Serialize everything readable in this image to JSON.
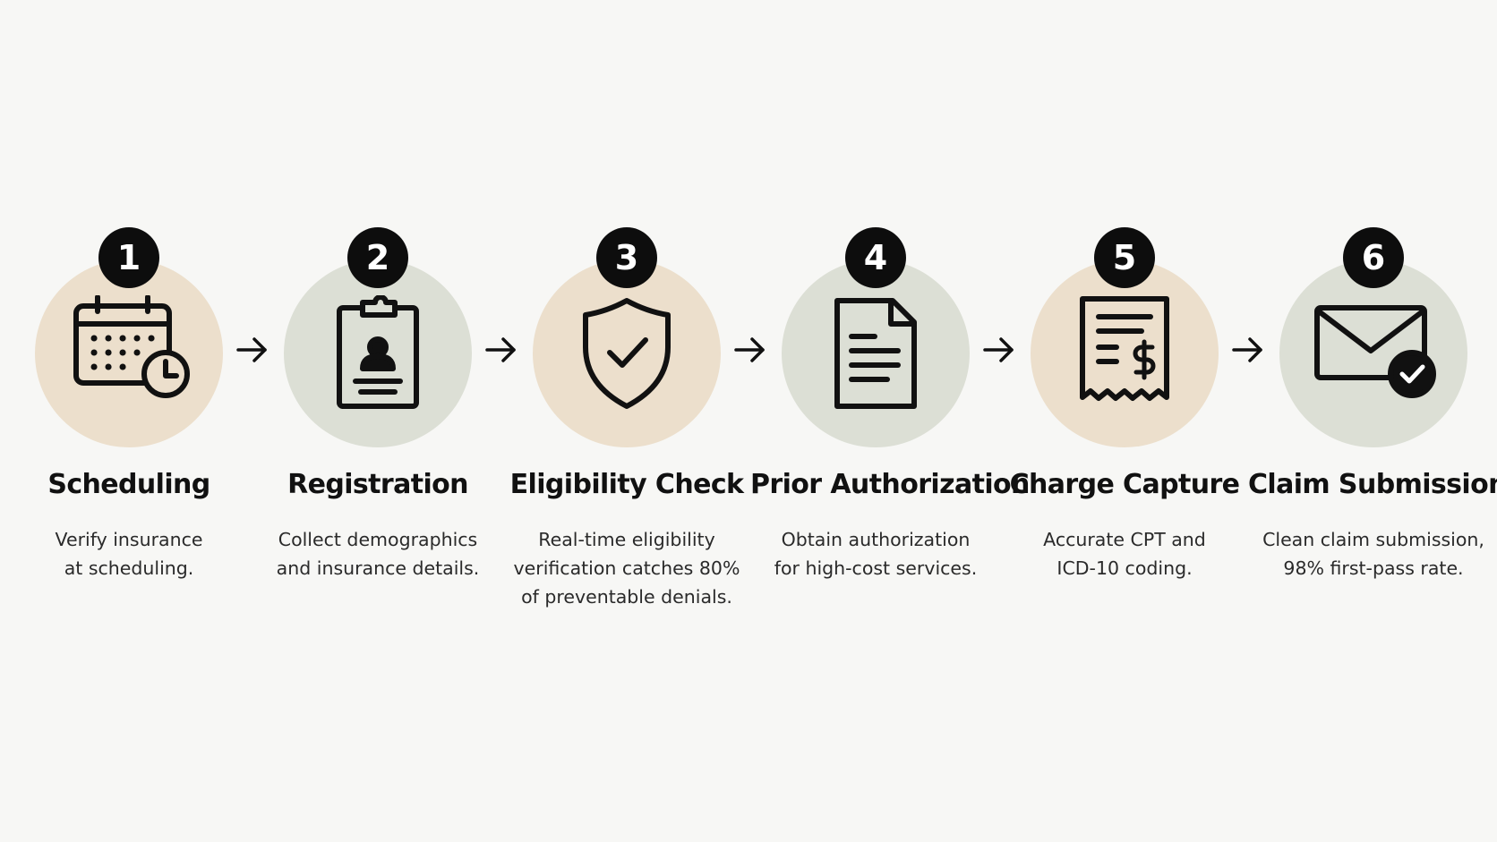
{
  "steps": [
    {
      "number": "1",
      "title": "Scheduling",
      "icon": "calendar-clock-icon",
      "tone": "warm",
      "description": [
        "Verify insurance",
        "at scheduling."
      ]
    },
    {
      "number": "2",
      "title": "Registration",
      "icon": "clipboard-person-icon",
      "tone": "cool",
      "description": [
        "Collect demographics",
        "and insurance details."
      ]
    },
    {
      "number": "3",
      "title": "Eligibility Check",
      "icon": "shield-check-icon",
      "tone": "warm",
      "description": [
        "Real-time eligibility",
        "verification catches 80%",
        "of preventable denials."
      ]
    },
    {
      "number": "4",
      "title": "Prior Authorization",
      "icon": "document-icon",
      "tone": "cool",
      "description": [
        "Obtain authorization",
        "for high-cost services."
      ]
    },
    {
      "number": "5",
      "title": "Charge Capture",
      "icon": "receipt-dollar-icon",
      "tone": "warm",
      "description": [
        "Accurate CPT and",
        "ICD-10 coding."
      ]
    },
    {
      "number": "6",
      "title": "Claim Submission",
      "icon": "envelope-check-icon",
      "tone": "cool",
      "description": [
        "Clean claim submission,",
        "98% first-pass rate."
      ]
    }
  ],
  "colors": {
    "warm_circle": "#ecdfcc",
    "cool_circle": "#dcdfd5",
    "badge": "#0d0d0d",
    "background": "#f7f7f5"
  }
}
